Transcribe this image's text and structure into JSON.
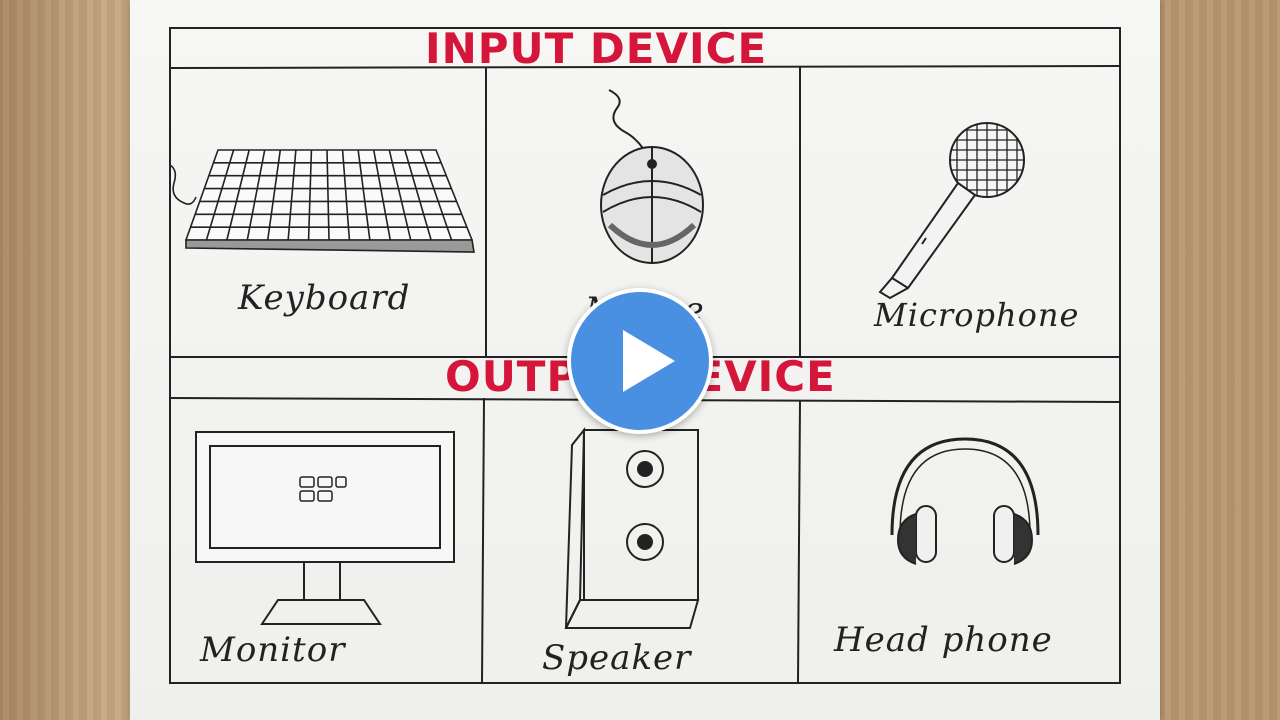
{
  "headings": {
    "input": "INPUT DEVICE",
    "output": "OUTPUT DEVICE"
  },
  "input_devices": [
    {
      "label": "Keyboard",
      "icon": "keyboard-icon"
    },
    {
      "label": "Mouse",
      "icon": "mouse-icon"
    },
    {
      "label": "Microphone",
      "icon": "microphone-icon"
    }
  ],
  "output_devices": [
    {
      "label": "Monitor",
      "icon": "monitor-icon"
    },
    {
      "label": "Speaker",
      "icon": "speaker-icon"
    },
    {
      "label": "Head phone",
      "icon": "headphone-icon"
    }
  ],
  "player": {
    "icon": "play-icon"
  },
  "colors": {
    "heading": "#d5163a",
    "ink": "#222222",
    "play": "#4a90e2"
  }
}
